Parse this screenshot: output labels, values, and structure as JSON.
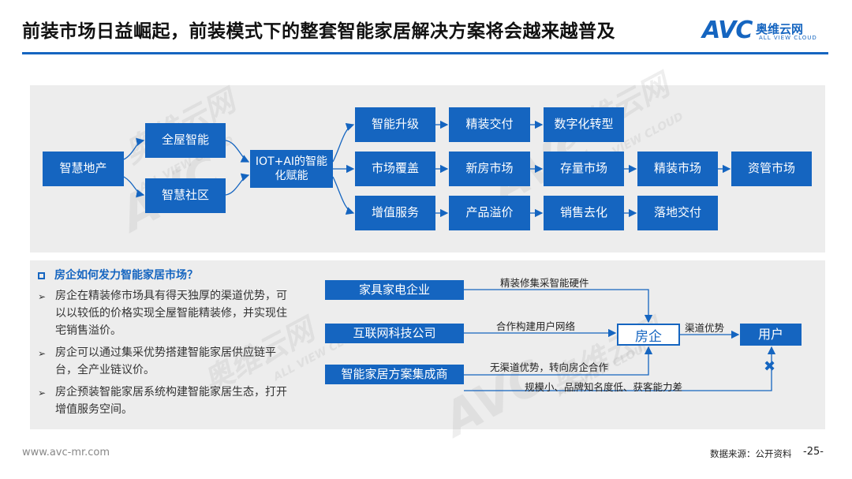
{
  "header": {
    "title": "前装市场日益崛起，前装模式下的整套智能家居解决方案将会越来越普及",
    "logo_mark": "AVC",
    "logo_cn": "奥维云网",
    "logo_en": "ALL VIEW CLOUD"
  },
  "top_diagram": {
    "root": "智慧地产",
    "branch1": "全屋智能",
    "branch2": "智慧社区",
    "hub": "IOT+AI的智能化赋能",
    "row1": [
      "智能升级",
      "精装交付",
      "数字化转型"
    ],
    "row2": [
      "市场覆盖",
      "新房市场",
      "存量市场",
      "精装市场",
      "资管市场"
    ],
    "row3": [
      "增值服务",
      "产品溢价",
      "销售去化",
      "落地交付"
    ]
  },
  "bullets": {
    "heading": "房企如何发力智能家居市场？",
    "items": [
      "房企在精装修市场具有得天独厚的渠道优势，可以以较低的价格实现全屋智能精装修，并实现住宅销售溢价。",
      "房企可以通过集采优势搭建智能家居供应链平台，全产业链议价。",
      "房企预装智能家居系统构建智能家居生态，打开增值服务空间。"
    ]
  },
  "bottom_diagram": {
    "sources": [
      "家具家电企业",
      "互联网科技公司",
      "智能家居方案集成商"
    ],
    "developer": "房企",
    "user": "用户",
    "edge1": "精装修集采智能硬件",
    "edge2": "合作构建用户网络",
    "edge3": "无渠道优势，转向房企合作",
    "edge4": "规模小、品牌知名度低、获客能力差",
    "edge5": "渠道优势",
    "blocked_mark": "✖"
  },
  "watermark": {
    "cn": "奥维云网",
    "en": "ALL VIEW CLOUD",
    "mark": "AVC"
  },
  "footer": {
    "site": "www.avc-mr.com",
    "source": "数据来源：公开资料",
    "page": "-25-"
  },
  "colors": {
    "accent": "#1565c0",
    "panel": "#ededed"
  }
}
